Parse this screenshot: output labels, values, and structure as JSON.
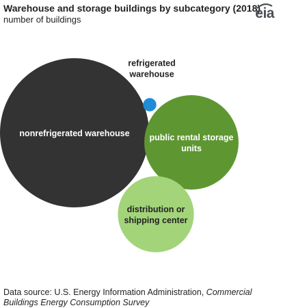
{
  "header": {
    "title": "Warehouse and storage buildings by subcategory (2018)",
    "subtitle": "number of buildings",
    "logo_text": "eia"
  },
  "footer": {
    "source_prefix": "Data source: U.S. Energy Information Administration, ",
    "source_title": "Commercial Buildings Energy Consumption Survey"
  },
  "colors": {
    "nonrefrigerated": "#333333",
    "refrigerated": "#1f8dd6",
    "public_rental": "#5e9732",
    "distribution": "#a3d47a"
  },
  "chart_data": {
    "type": "bubble",
    "title": "Warehouse and storage buildings by subcategory (2018)",
    "subtitle": "number of buildings",
    "note": "",
    "series": [
      {
        "label_lines": [
          "nonrefrigerated warehouse"
        ],
        "relative_size": 1.0,
        "color": "#333333",
        "label_color": "#ffffff",
        "label_position": "inside"
      },
      {
        "label_lines": [
          "refrigerated",
          "warehouse"
        ],
        "relative_size": 0.0079,
        "color": "#1f8dd6",
        "label_color": "#222222",
        "label_position": "above"
      },
      {
        "label_lines": [
          "public rental storage",
          "units"
        ],
        "relative_size": 0.4,
        "color": "#5e9732",
        "label_color": "#ffffff",
        "label_position": "inside"
      },
      {
        "label_lines": [
          "distribution or",
          "shipping center"
        ],
        "relative_size": 0.26,
        "color": "#a3d47a",
        "label_color": "#222222",
        "label_position": "inside"
      }
    ]
  }
}
